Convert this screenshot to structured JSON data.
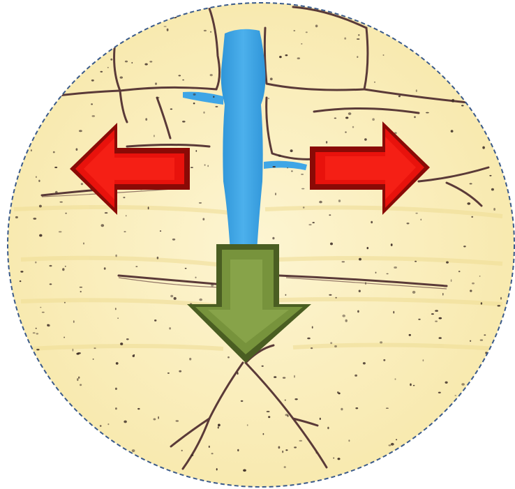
{
  "diagram": {
    "description_colors": {
      "background": "#ffffff",
      "rock": "#fbf0c4",
      "rock_shadow": "#eedc94",
      "crack_line": "#5a3a38",
      "water": "#3fa6e6",
      "border_dash": "#3a5a8a",
      "lateral_arrow": "#e8120c",
      "lateral_arrow_dark": "#8a0a06",
      "down_arrow": "#77933c",
      "down_arrow_dark": "#4a5e22"
    },
    "arrows": [
      {
        "name": "left-arrow",
        "direction": "left"
      },
      {
        "name": "right-arrow",
        "direction": "right"
      },
      {
        "name": "down-arrow",
        "direction": "down"
      }
    ]
  }
}
